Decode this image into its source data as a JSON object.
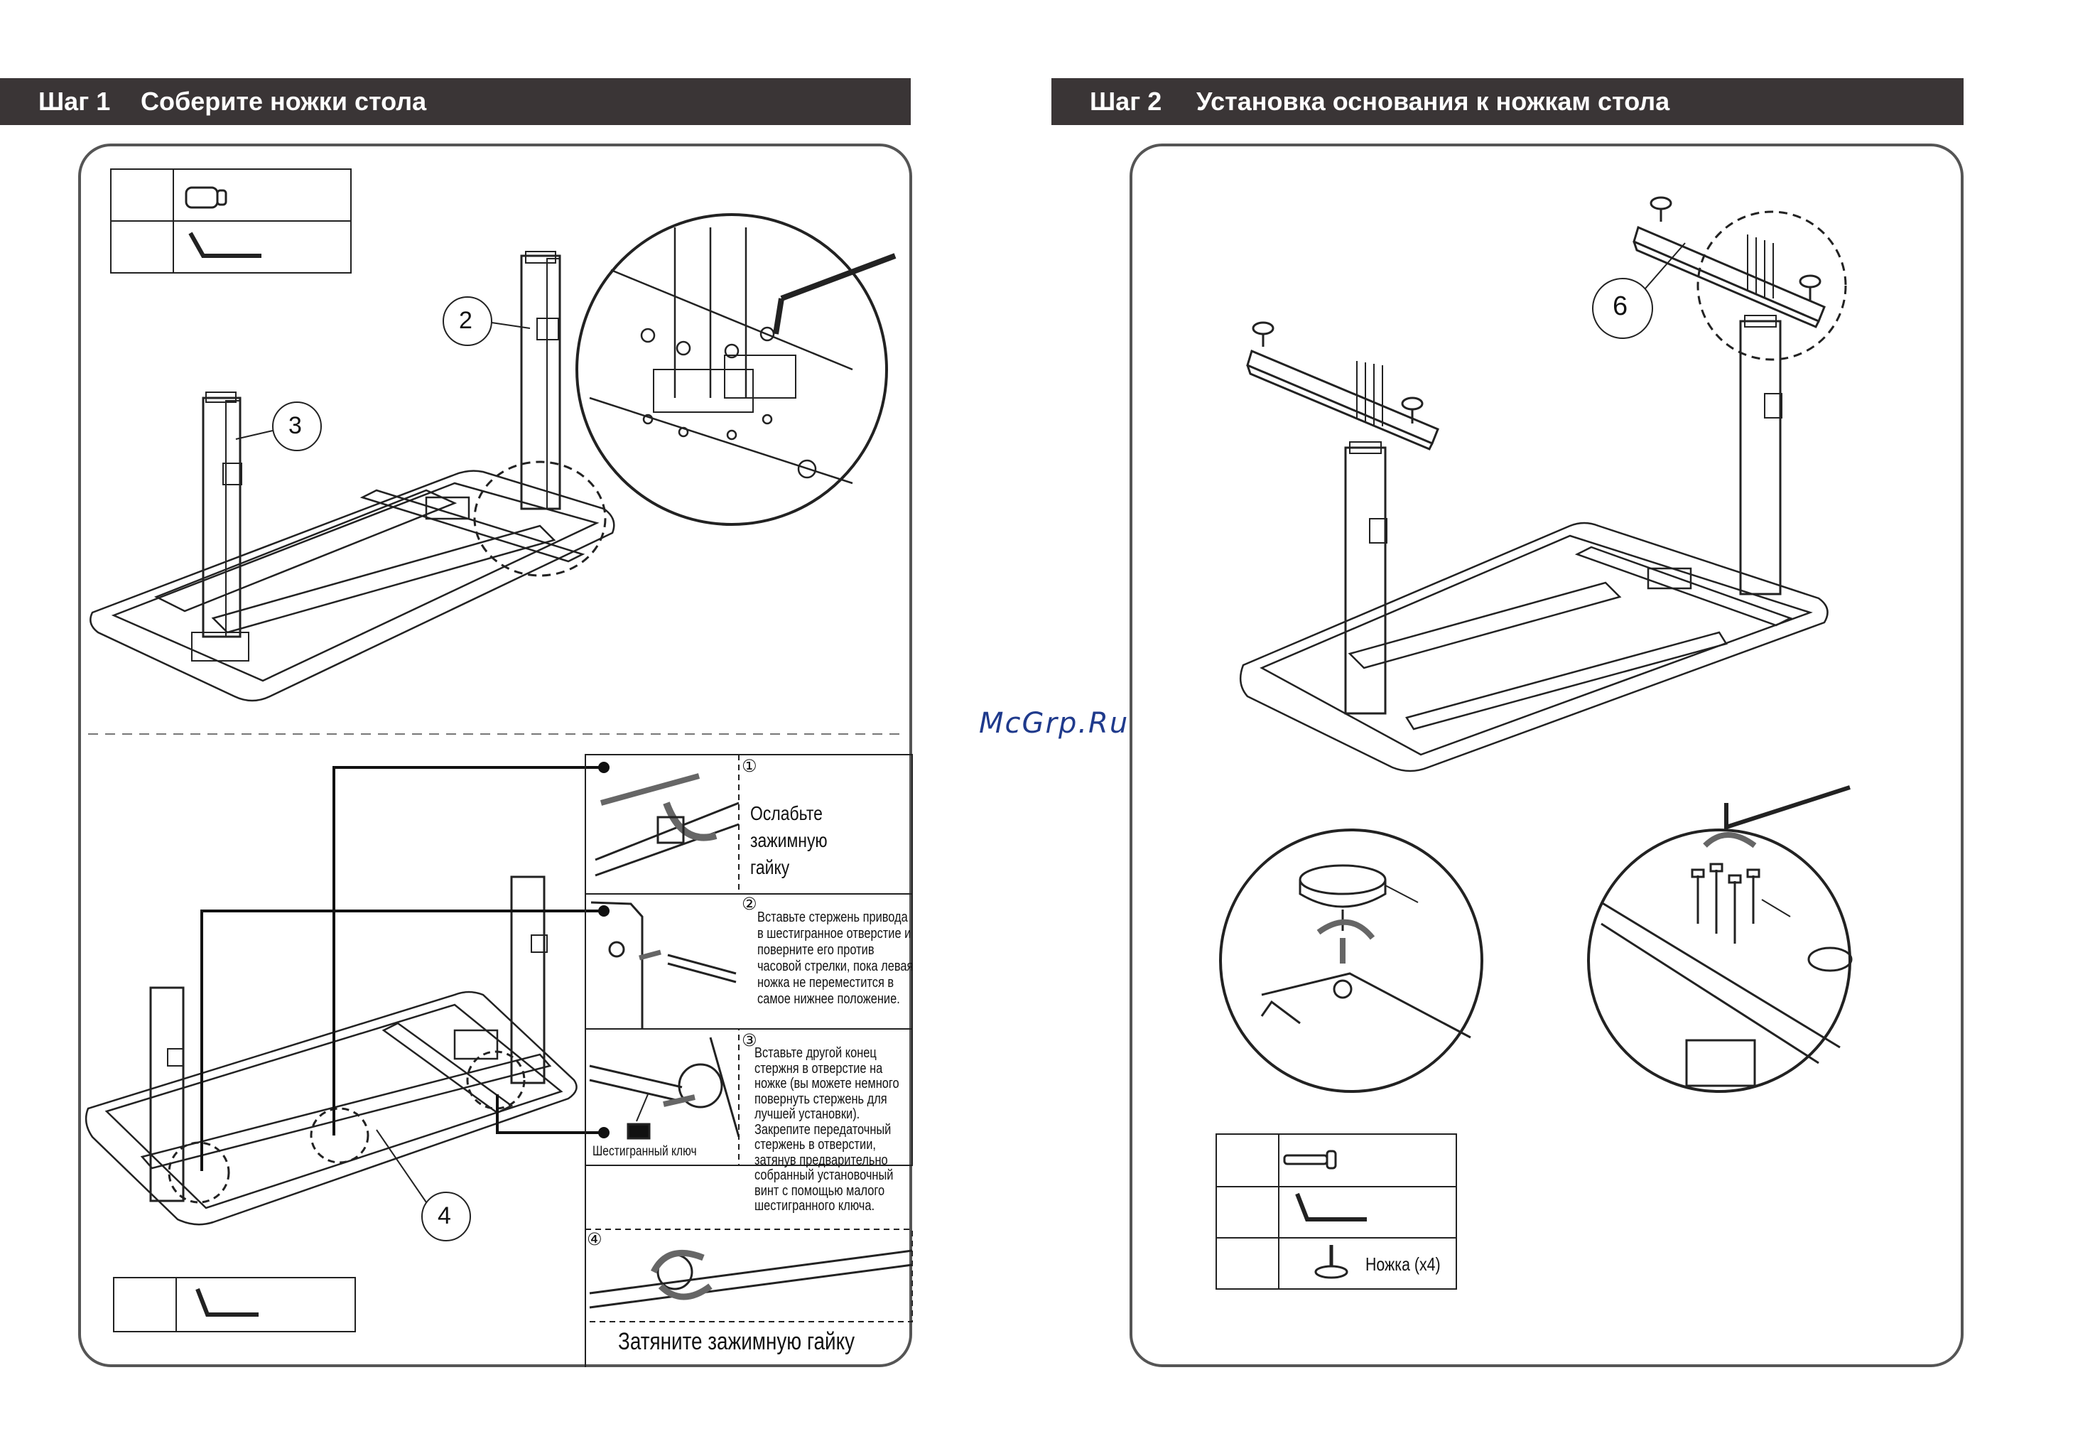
{
  "step1": {
    "label": "Шаг 1",
    "title": "Соберите ножки стола",
    "callouts": {
      "leg_right": "2",
      "leg_left": "3",
      "rod": "4"
    },
    "sub1": {
      "num": "①",
      "text": "Ослабьте зажимную гайку"
    },
    "sub2": {
      "num": "②",
      "text": "Вставьте стержень привода  в шестигранное отверстие и поверните его против часовой стрелки, пока левая ножка не переместится в самое нижнее положение."
    },
    "sub3": {
      "num": "③",
      "text": "Вставьте другой конец стержня в отверстие на ножке (вы можете немного повернуть стержень для лучшей установки). Закрепите передаточный стержень в отверстии, затянув предварительно собранный установочный винт с помощью малого шестигранного ключа.",
      "key_label": "Шестигранный ключ"
    },
    "sub4": {
      "num": "④",
      "text": "Затяните зажимную гайку"
    }
  },
  "step2": {
    "label": "Шаг 2",
    "title": "Установка основания к ножкам стола",
    "callouts": {
      "base": "6"
    },
    "parts": {
      "foot_label": "Ножка (x4)"
    }
  },
  "watermark": "McGrp.Ru",
  "colors": {
    "header_bg": "#3a3536",
    "line": "#222222",
    "watermark": "#1f3a8c"
  }
}
